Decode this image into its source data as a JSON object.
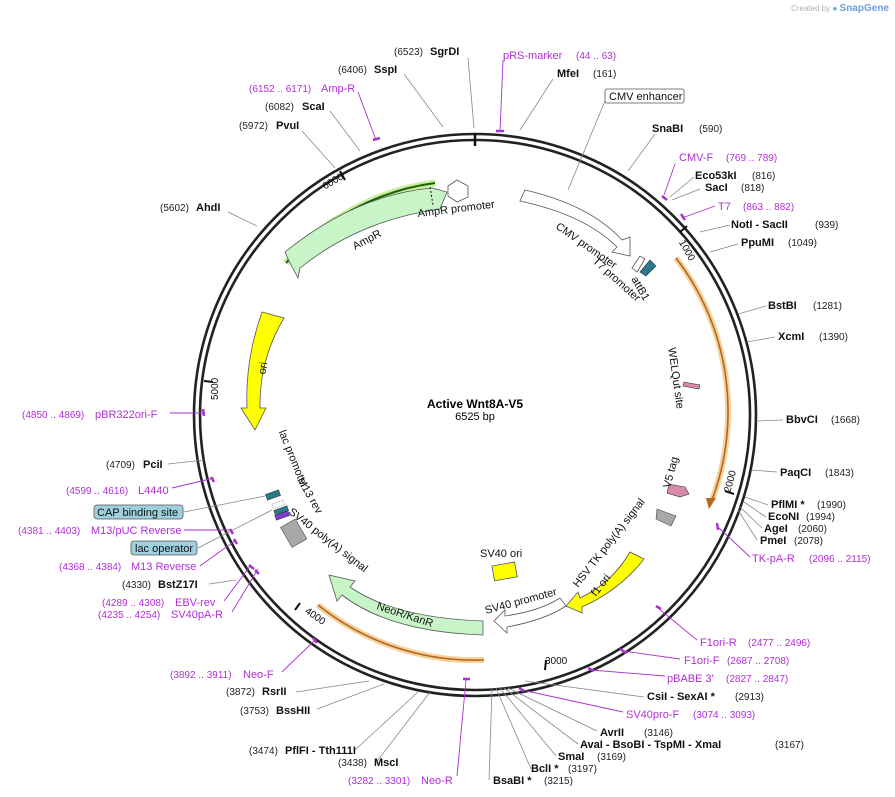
{
  "credit": {
    "created_by": "Created by",
    "brand": "SnapGene"
  },
  "plasmid": {
    "name": "Active Wnt8A-V5",
    "size": "6525 bp"
  },
  "ticks": [
    "1000",
    "2000",
    "3000",
    "4000",
    "5000",
    "6000"
  ],
  "features": {
    "ampr_promoter": "AmpR promoter",
    "ampr": "AmpR",
    "ori": "ori",
    "cmv_promoter": "CMV promoter",
    "t7_promoter": "T7 promoter",
    "attb1": "attB1",
    "welqut": "WELQut site",
    "v5_tag": "V5 tag",
    "hsv_tk": "HSV TK poly(A) signal",
    "f1_ori": "f1 ori",
    "sv40_promoter": "SV40 promoter",
    "sv40_ori": "SV40 ori",
    "neo_kanr": "NeoR/KanR",
    "sv40_polya": "SV40 poly(A) signal",
    "lac_promoter": "lac promoter",
    "m13_rev": "M13 rev"
  },
  "boxed_labels": {
    "cmv_enhancer": "CMV enhancer",
    "cap_binding": "CAP binding site",
    "lac_operator": "lac operator"
  },
  "colors": {
    "primer": "#b02fd6",
    "amp_fill": "#c8f5c8",
    "ori_fill": "#ffff00",
    "orf_highlight": "#e9a94b",
    "box_fill": "#9fd0de"
  },
  "sites": [
    {
      "name": "SgrDI",
      "pos": "(6523)"
    },
    {
      "name": "MfeI",
      "pos": "(161)"
    },
    {
      "name": "SspI",
      "pos": "(6406)"
    },
    {
      "name": "ScaI",
      "pos": "(6082)"
    },
    {
      "name": "PvuI",
      "pos": "(5972)"
    },
    {
      "name": "AhdI",
      "pos": "(5602)"
    },
    {
      "name": "SnaBI",
      "pos": "(590)"
    },
    {
      "name": "Eco53kI",
      "pos": "(816)"
    },
    {
      "name": "SacI",
      "pos": "(818)"
    },
    {
      "name": "NotI  - SacII",
      "pos": "(939)"
    },
    {
      "name": "PpuMI",
      "pos": "(1049)"
    },
    {
      "name": "BstBI",
      "pos": "(1281)"
    },
    {
      "name": "XcmI",
      "pos": "(1390)"
    },
    {
      "name": "BbvCI",
      "pos": "(1668)"
    },
    {
      "name": "PaqCI",
      "pos": "(1843)"
    },
    {
      "name": "PflMI *",
      "pos": "(1990)"
    },
    {
      "name": "EcoNI",
      "pos": "(1994)"
    },
    {
      "name": "AgeI",
      "pos": "(2060)"
    },
    {
      "name": "PmeI",
      "pos": "(2078)"
    },
    {
      "name": "CsiI  - SexAI *",
      "pos": "(2913)"
    },
    {
      "name": "AvrII",
      "pos": "(3146)"
    },
    {
      "name": "AvaI  - BsoBI  - TspMI  - XmaI",
      "pos": "(3167)"
    },
    {
      "name": "SmaI",
      "pos": "(3169)"
    },
    {
      "name": "BclI *",
      "pos": "(3197)"
    },
    {
      "name": "BsaBI *",
      "pos": "(3215)"
    },
    {
      "name": "MscI",
      "pos": "(3438)"
    },
    {
      "name": "PflFI  - Tth111I",
      "pos": "(3474)"
    },
    {
      "name": "BssHII",
      "pos": "(3753)"
    },
    {
      "name": "RsrII",
      "pos": "(3872)"
    },
    {
      "name": "BstZ17I",
      "pos": "(4330)"
    },
    {
      "name": "PciI",
      "pos": "(4709)"
    }
  ],
  "primers": [
    {
      "name": "pRS-marker",
      "pos": "(44 .. 63)"
    },
    {
      "name": "Amp-R",
      "pos": "(6152 .. 6171)"
    },
    {
      "name": "CMV-F",
      "pos": "(769 .. 789)"
    },
    {
      "name": "T7",
      "pos": "(863 .. 882)"
    },
    {
      "name": "pBR322ori-F",
      "pos": "(4850 .. 4869)"
    },
    {
      "name": "L4440",
      "pos": "(4599 .. 4616)"
    },
    {
      "name": "M13/pUC Reverse",
      "pos": "(4381 .. 4403)"
    },
    {
      "name": "M13 Reverse",
      "pos": "(4368 .. 4384)"
    },
    {
      "name": "EBV-rev",
      "pos": "(4289 .. 4308)"
    },
    {
      "name": "SV40pA-R",
      "pos": "(4235 .. 4254)"
    },
    {
      "name": "Neo-F",
      "pos": "(3892 .. 3911)"
    },
    {
      "name": "Neo-R",
      "pos": "(3282 .. 3301)"
    },
    {
      "name": "TK-pA-R",
      "pos": "(2096 .. 2115)"
    },
    {
      "name": "F1ori-R",
      "pos": "(2477 .. 2496)"
    },
    {
      "name": "F1ori-F",
      "pos": "(2687 .. 2708)"
    },
    {
      "name": "pBABE 3'",
      "pos": "(2827 .. 2847)"
    },
    {
      "name": "SV40pro-F",
      "pos": "(3074 .. 3093)"
    }
  ]
}
